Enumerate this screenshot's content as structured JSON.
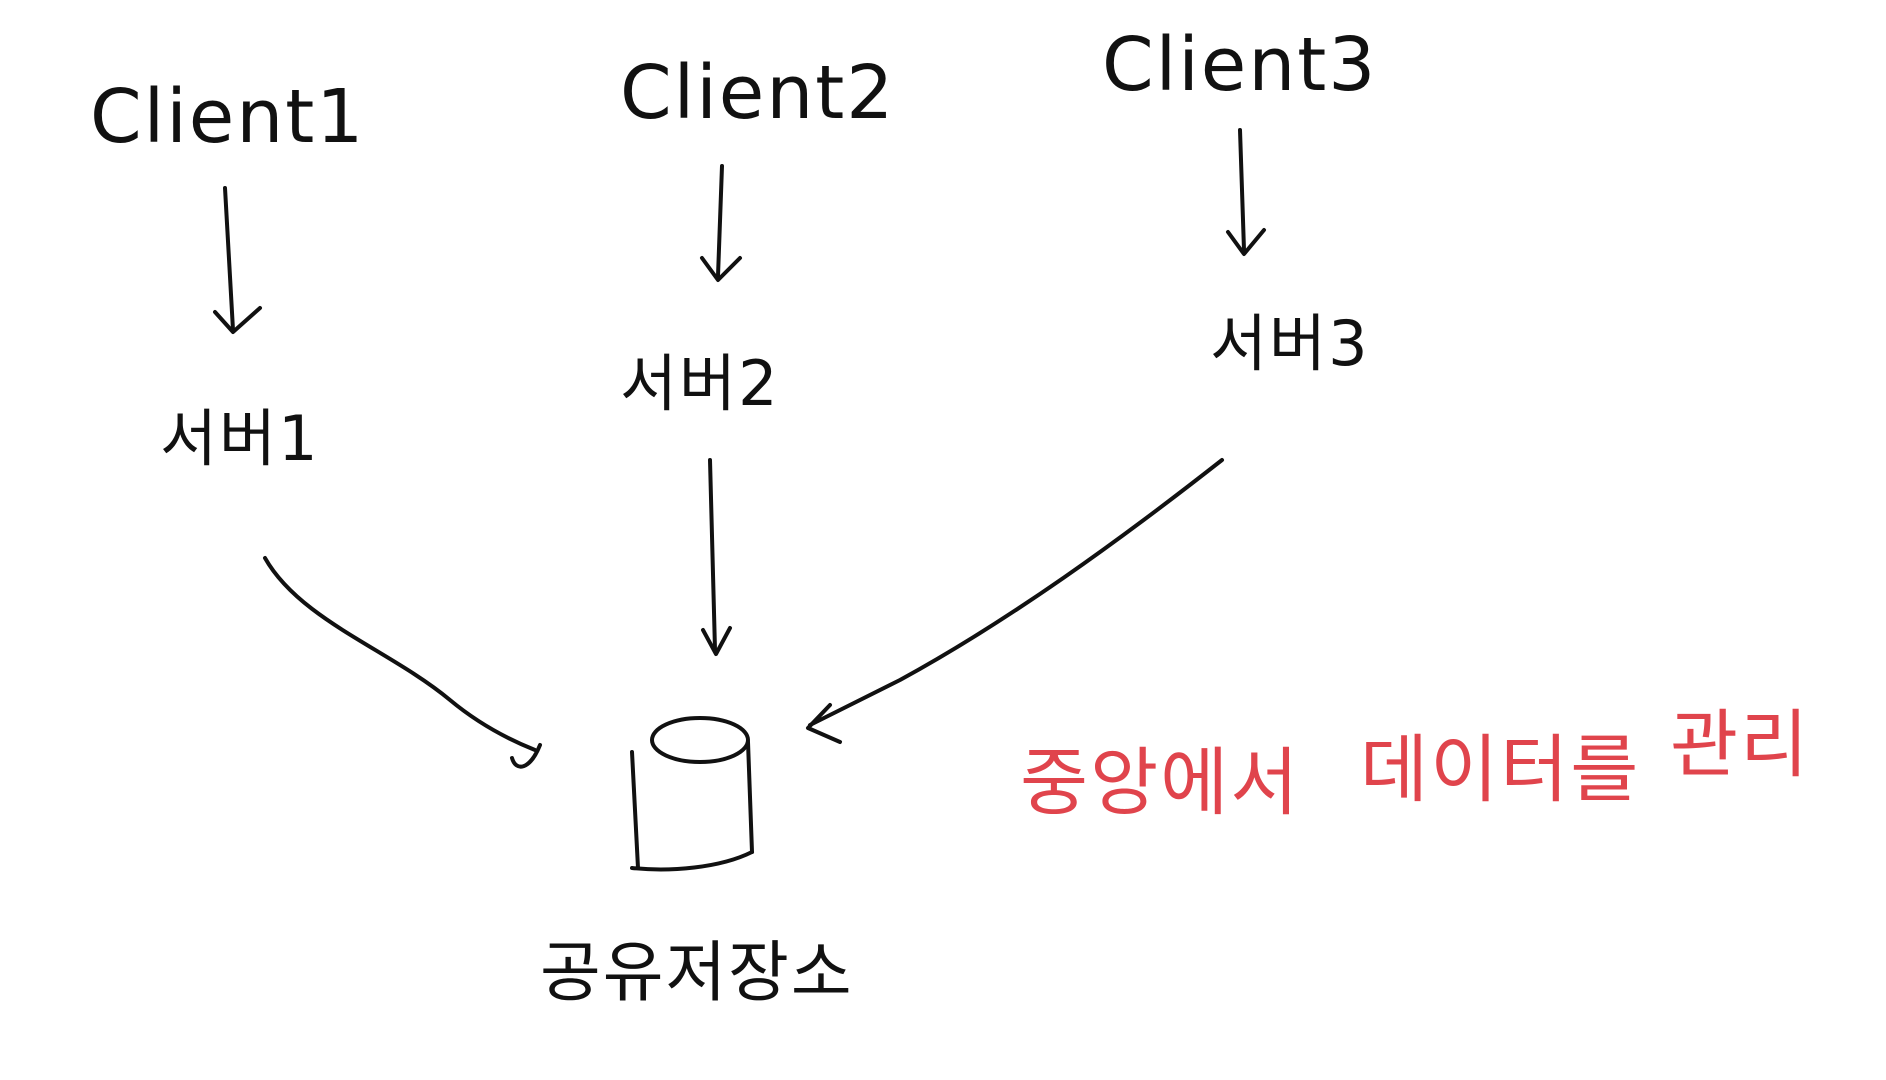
{
  "colors": {
    "ink": "#111111",
    "note": "#e0444c",
    "background": "#ffffff"
  },
  "clients": {
    "client1": "Client1",
    "client2": "Client2",
    "client3": "Client3"
  },
  "servers": {
    "server1": "서버1",
    "server2": "서버2",
    "server3": "서버3"
  },
  "storage": {
    "label": "공유저장소",
    "icon": "database-cylinder-icon"
  },
  "note": {
    "word1": "중앙에서",
    "word2": "데이터를",
    "word3": "관리"
  }
}
